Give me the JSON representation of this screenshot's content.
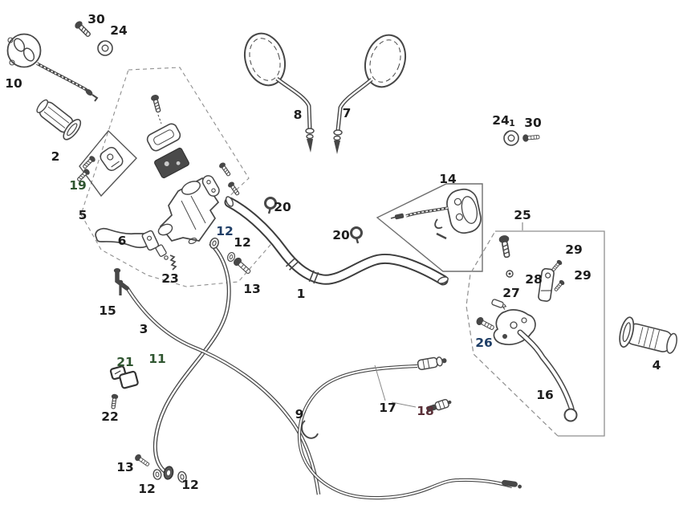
{
  "diagram": {
    "kind": "exploded-parts-diagram",
    "subject": "handlebar assembly (mirrors, handlebar, grips, master cylinder, levers, cables)",
    "background": "#ffffff",
    "line_color": "#454545",
    "label_color": "#1d1d1d",
    "tint_green": "#2f5530",
    "tint_blue": "#1f3e66",
    "tint_maroon": "#5a3038"
  },
  "labels": [
    {
      "text": "30"
    },
    {
      "text": "24"
    },
    {
      "text": "10"
    },
    {
      "text": "2"
    },
    {
      "text": "19",
      "color": "#2f5530"
    },
    {
      "text": "5"
    },
    {
      "text": "6"
    },
    {
      "text": "23"
    },
    {
      "text": "15"
    },
    {
      "text": "3"
    },
    {
      "text": "11",
      "color": "#2f5530"
    },
    {
      "text": "21",
      "color": "#2f5530"
    },
    {
      "text": "22"
    },
    {
      "text": "13"
    },
    {
      "text": "12"
    },
    {
      "text": "12"
    },
    {
      "text": "12",
      "color": "#1f3e66"
    },
    {
      "text": "12"
    },
    {
      "text": "13"
    },
    {
      "text": "8"
    },
    {
      "text": "7"
    },
    {
      "text": "20"
    },
    {
      "text": "20"
    },
    {
      "text": "1"
    },
    {
      "text": "14"
    },
    {
      "text": "24"
    },
    {
      "text": "1"
    },
    {
      "text": "30"
    },
    {
      "text": "25"
    },
    {
      "text": "29"
    },
    {
      "text": "28"
    },
    {
      "text": "29"
    },
    {
      "text": "27"
    },
    {
      "text": "26",
      "color": "#1f3e66"
    },
    {
      "text": "16"
    },
    {
      "text": "4"
    },
    {
      "text": "9"
    },
    {
      "text": "17"
    },
    {
      "text": "18",
      "color": "#5a3038"
    }
  ]
}
